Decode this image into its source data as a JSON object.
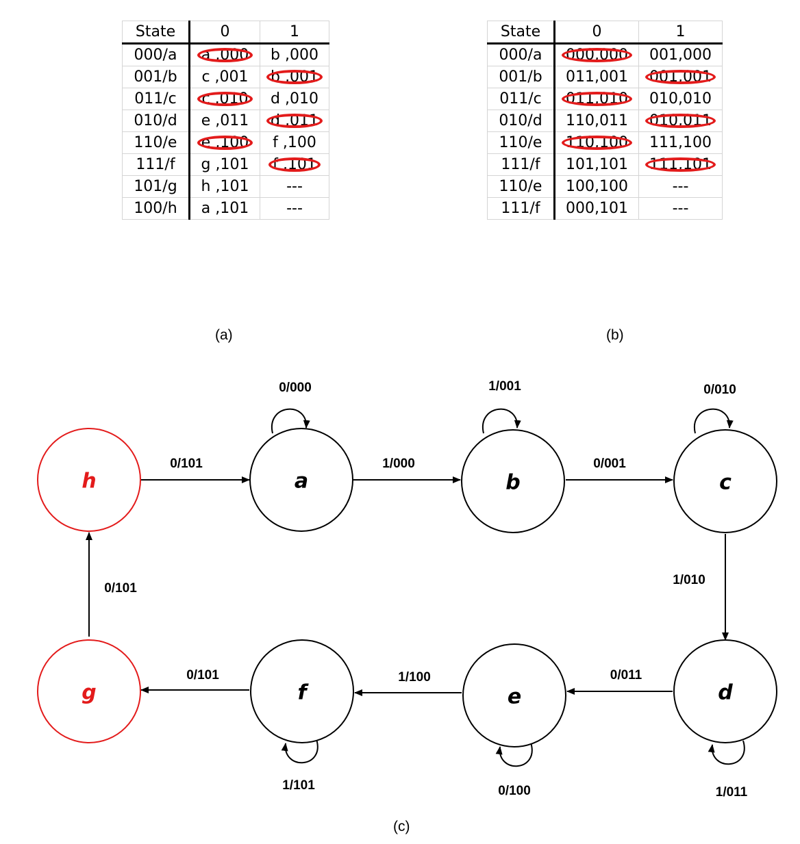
{
  "table_a": {
    "header": [
      "State",
      "0",
      "1"
    ],
    "rows": [
      [
        "000/a",
        "a ,000",
        "b ,000"
      ],
      [
        "001/b",
        "c ,001",
        "b ,001"
      ],
      [
        "011/c",
        "c ,010",
        "d ,010"
      ],
      [
        "010/d",
        "e ,011",
        "d ,011"
      ],
      [
        "110/e",
        "e ,100",
        "f ,100"
      ],
      [
        "111/f",
        "g ,101",
        "f ,101"
      ],
      [
        "101/g",
        "h ,101",
        "---"
      ],
      [
        "100/h",
        "a ,101",
        "---"
      ]
    ],
    "caption": "(a)"
  },
  "table_b": {
    "header": [
      "State",
      "0",
      "1"
    ],
    "rows": [
      [
        "000/a",
        "000,000",
        "001,000"
      ],
      [
        "001/b",
        "011,001",
        "001,001"
      ],
      [
        "011/c",
        "011,010",
        "010,010"
      ],
      [
        "010/d",
        "110,011",
        "010,011"
      ],
      [
        "110/e",
        "110,100",
        "111,100"
      ],
      [
        "111/f",
        "101,101",
        "111,101"
      ],
      [
        "110/e",
        "100,100",
        "---"
      ],
      [
        "111/f",
        "000,101",
        "---"
      ]
    ],
    "caption": "(b)"
  },
  "diagram": {
    "caption": "(c)",
    "nodes": [
      {
        "id": "h",
        "label": "h",
        "color": "#e31b1b"
      },
      {
        "id": "a",
        "label": "a",
        "color": "#000000"
      },
      {
        "id": "b",
        "label": "b",
        "color": "#000000"
      },
      {
        "id": "c",
        "label": "c",
        "color": "#000000"
      },
      {
        "id": "d",
        "label": "d",
        "color": "#000000"
      },
      {
        "id": "e",
        "label": "e",
        "color": "#000000"
      },
      {
        "id": "f",
        "label": "f",
        "color": "#000000"
      },
      {
        "id": "g",
        "label": "g",
        "color": "#e31b1b"
      }
    ],
    "edges": [
      {
        "from": "h",
        "to": "a",
        "label": "0/101"
      },
      {
        "from": "a",
        "to": "b",
        "label": "1/000"
      },
      {
        "from": "b",
        "to": "c",
        "label": "0/001"
      },
      {
        "from": "c",
        "to": "d",
        "label": "1/010"
      },
      {
        "from": "d",
        "to": "e",
        "label": "0/011"
      },
      {
        "from": "e",
        "to": "f",
        "label": "1/100"
      },
      {
        "from": "f",
        "to": "g",
        "label": "0/101"
      },
      {
        "from": "g",
        "to": "h",
        "label": "0/101"
      },
      {
        "from": "a",
        "to": "a",
        "label": "0/000"
      },
      {
        "from": "b",
        "to": "b",
        "label": "1/001"
      },
      {
        "from": "c",
        "to": "c",
        "label": "0/010"
      },
      {
        "from": "d",
        "to": "d",
        "label": "1/011"
      },
      {
        "from": "e",
        "to": "e",
        "label": "0/100"
      },
      {
        "from": "f",
        "to": "f",
        "label": "1/101"
      }
    ]
  }
}
